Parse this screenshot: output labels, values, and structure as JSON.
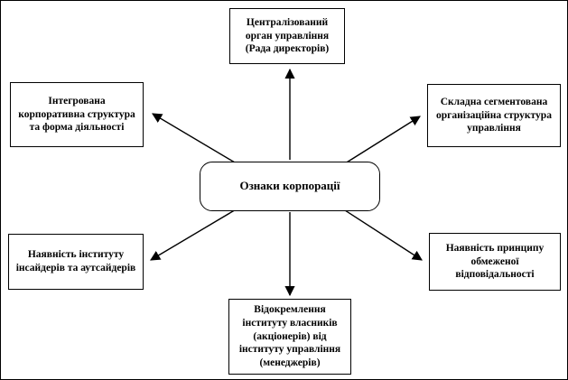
{
  "diagram": {
    "title": "Ознаки корпорації",
    "colors": {
      "border": "#000000",
      "background": "#ffffff",
      "text": "#000000"
    },
    "nodes": {
      "center": "Ознаки корпорації",
      "top_center": "Централізований орган управління (Рада директорів)",
      "top_left": "Інтегрована корпоративна структура та форма діяльності",
      "top_right": "Складна сегментована організаційна структура управління",
      "bottom_left": "Наявність інституту інсайдерів та аутсайдерів",
      "bottom_right": "Наявність принципу обмеженої відповідальності",
      "bottom_center": "Відокремлення інституту власників (акціонерів) від інституту управління (менеджерів)"
    },
    "connectors": [
      "center-to-top-center",
      "center-to-top-left",
      "center-to-top-right",
      "center-to-bottom-left",
      "center-to-bottom-right",
      "center-to-bottom-center"
    ]
  }
}
